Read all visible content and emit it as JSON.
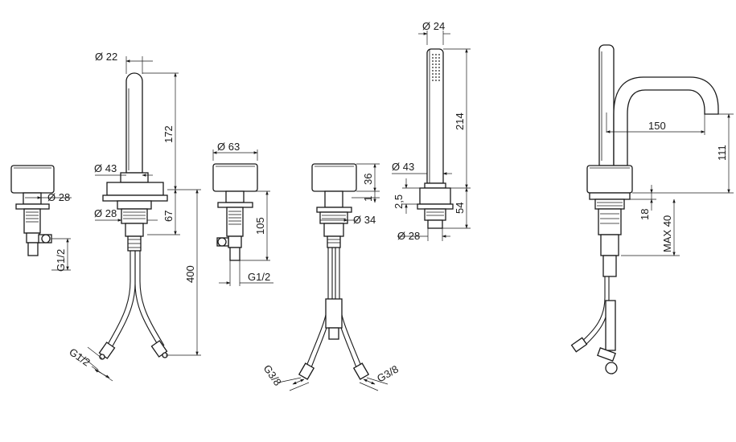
{
  "dimensions": {
    "valve_left": {
      "diameter_body": "Ø 28",
      "thread": "G1/2"
    },
    "spout": {
      "diameter_tip": "Ø 22",
      "height_above_plate": "172",
      "diameter_plate": "Ø 43",
      "diameter_shank": "Ø 28",
      "height_below_plate": "67",
      "total_hose": "400",
      "hose_thread": "G1/2"
    },
    "valve_mid": {
      "diameter_body": "Ø 63",
      "height": "105",
      "thread": "G1/2"
    },
    "diverter": {
      "height_top": "36",
      "gap": "1",
      "diameter_shank": "Ø 34",
      "thread_left": "G3/8",
      "thread_right": "G3/8"
    },
    "hand_shower": {
      "diameter_top": "Ø 24",
      "height": "214",
      "diameter_holder": "Ø 43",
      "plate": "2,5",
      "holder_height": "54",
      "diameter_shank": "Ø 28"
    },
    "tall_spout": {
      "reach": "150",
      "height": "111",
      "plate": "18",
      "max_deck": "MAX 40"
    }
  }
}
